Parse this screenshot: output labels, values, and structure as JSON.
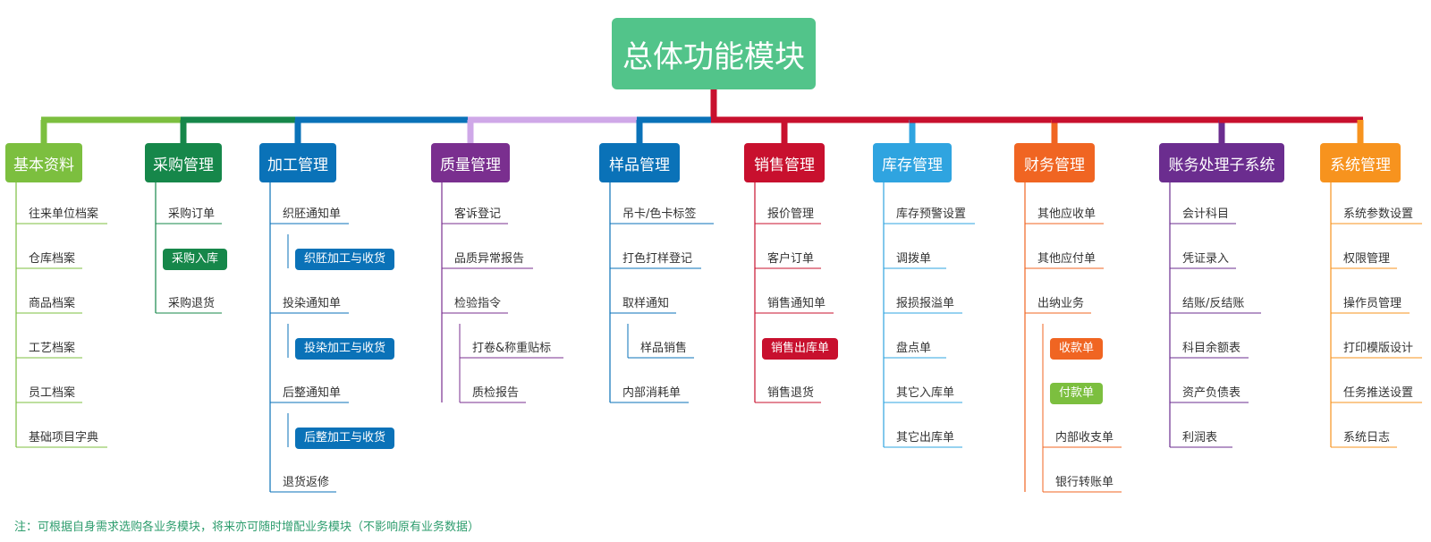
{
  "root": {
    "title": "总体功能模块",
    "color": "#52c48a"
  },
  "note": "注：可根据自身需求选购各业务模块，将来亦可随时增配业务模块（不影响原有业务数据）",
  "modules": [
    {
      "title": "基本资料",
      "color": "#7cbf3f",
      "items": [
        {
          "label": "往来单位档案"
        },
        {
          "label": "仓库档案"
        },
        {
          "label": "商品档案"
        },
        {
          "label": "工艺档案"
        },
        {
          "label": "员工档案"
        },
        {
          "label": "基础项目字典"
        }
      ]
    },
    {
      "title": "采购管理",
      "color": "#16874a",
      "items": [
        {
          "label": "采购订单"
        },
        {
          "label": "采购入库",
          "highlight": true
        },
        {
          "label": "采购退货"
        }
      ]
    },
    {
      "title": "加工管理",
      "color": "#0a72b8",
      "items": [
        {
          "label": "织胚通知单"
        },
        {
          "label": "织胚加工与收货",
          "highlight": true,
          "sub": true
        },
        {
          "label": "投染通知单"
        },
        {
          "label": "投染加工与收货",
          "highlight": true,
          "sub": true
        },
        {
          "label": "后整通知单"
        },
        {
          "label": "后整加工与收货",
          "highlight": true,
          "sub": true
        },
        {
          "label": "退货返修"
        }
      ]
    },
    {
      "title": "质量管理",
      "color": "#7a2f8f",
      "stem_color": "#cfa8e8",
      "items": [
        {
          "label": "客诉登记"
        },
        {
          "label": "品质异常报告"
        },
        {
          "label": "检验指令"
        },
        {
          "label": "打卷&称重贴标",
          "sub": true
        },
        {
          "label": "质检报告",
          "sub": true
        }
      ]
    },
    {
      "title": "样品管理",
      "color": "#0a72b8",
      "items": [
        {
          "label": "吊卡/色卡标签"
        },
        {
          "label": "打色打样登记"
        },
        {
          "label": "取样通知"
        },
        {
          "label": "样品销售",
          "sub": true
        },
        {
          "label": "内部消耗单"
        }
      ]
    },
    {
      "title": "销售管理",
      "color": "#c8102e",
      "items": [
        {
          "label": "报价管理"
        },
        {
          "label": "客户订单"
        },
        {
          "label": "销售通知单"
        },
        {
          "label": "销售出库单",
          "highlight": true
        },
        {
          "label": "销售退货"
        }
      ]
    },
    {
      "title": "库存管理",
      "color": "#2fa4e0",
      "items": [
        {
          "label": "库存预警设置"
        },
        {
          "label": "调拨单"
        },
        {
          "label": "报损报溢单"
        },
        {
          "label": "盘点单"
        },
        {
          "label": "其它入库单"
        },
        {
          "label": "其它出库单"
        }
      ]
    },
    {
      "title": "财务管理",
      "color": "#f06522",
      "items": [
        {
          "label": "其他应收单"
        },
        {
          "label": "其他应付单"
        },
        {
          "label": "出纳业务"
        },
        {
          "label": "收款单",
          "highlight": true,
          "sub": true
        },
        {
          "label": "付款单",
          "highlight": true,
          "sub": true,
          "color": "#7cbf3f"
        },
        {
          "label": "内部收支单",
          "sub": true
        },
        {
          "label": "银行转账单",
          "sub": true
        }
      ]
    },
    {
      "title": "账务处理子系统",
      "color": "#6b2d8f",
      "items": [
        {
          "label": "会计科目"
        },
        {
          "label": "凭证录入"
        },
        {
          "label": "结账/反结账"
        },
        {
          "label": "科目余额表"
        },
        {
          "label": "资产负债表"
        },
        {
          "label": "利润表"
        }
      ]
    },
    {
      "title": "系统管理",
      "color": "#f7931e",
      "items": [
        {
          "label": "系统参数设置"
        },
        {
          "label": "权限管理"
        },
        {
          "label": "操作员管理"
        },
        {
          "label": "打印模版设计"
        },
        {
          "label": "任务推送设置"
        },
        {
          "label": "系统日志"
        }
      ]
    }
  ]
}
